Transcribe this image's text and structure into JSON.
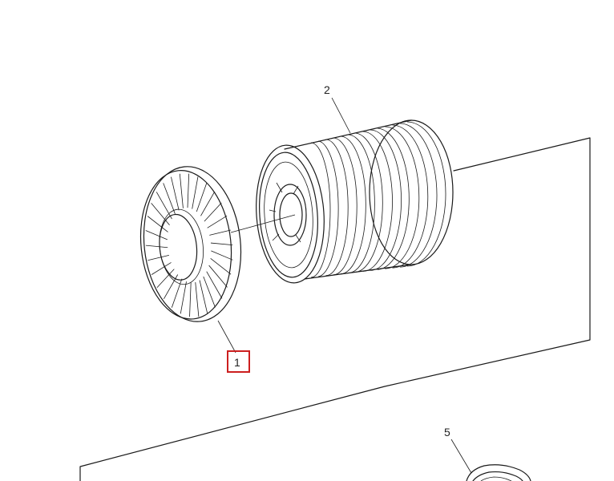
{
  "diagram": {
    "callouts": {
      "part_1": "1",
      "part_2": "2",
      "part_5": "5"
    },
    "highlight_color": "#cc1f1f",
    "line_color": "#1a1a1a"
  }
}
